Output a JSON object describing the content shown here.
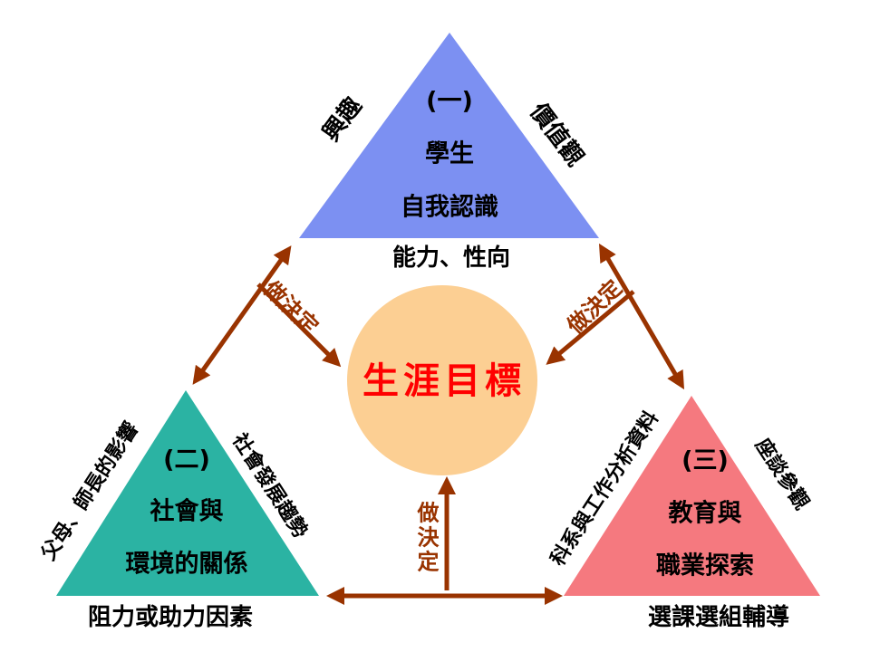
{
  "diagram": {
    "center_circle": {
      "label": "生涯目標"
    },
    "triangle_top": {
      "number": "(一)",
      "line1": "學生",
      "line2": "自我認識",
      "side_left": "興趣",
      "side_right": "價值觀",
      "caption": "能力、性向"
    },
    "triangle_left": {
      "number": "(二)",
      "line1": "社會與",
      "line2": "環境的關係",
      "side_left": "父母、師長的影響",
      "side_right": "社會發展趨勢",
      "caption": "阻力或助力因素"
    },
    "triangle_right": {
      "number": "(三)",
      "line1": "教育與",
      "line2": "職業探索",
      "side_left": "科系與工作分析資料",
      "side_right": "座談參觀",
      "caption": "選課選組輔導"
    },
    "decisions": {
      "upper_left": "做決定",
      "upper_right": "做決定",
      "bottom": "做決定"
    },
    "colors": {
      "triangle_top_fill": "#7c90f2",
      "triangle_left_fill": "#2bb3a3",
      "triangle_right_fill": "#f5797f",
      "circle_fill": "#fccf93",
      "arrow": "#993300",
      "center_text": "#ff0000",
      "background": "#ffffff"
    }
  }
}
